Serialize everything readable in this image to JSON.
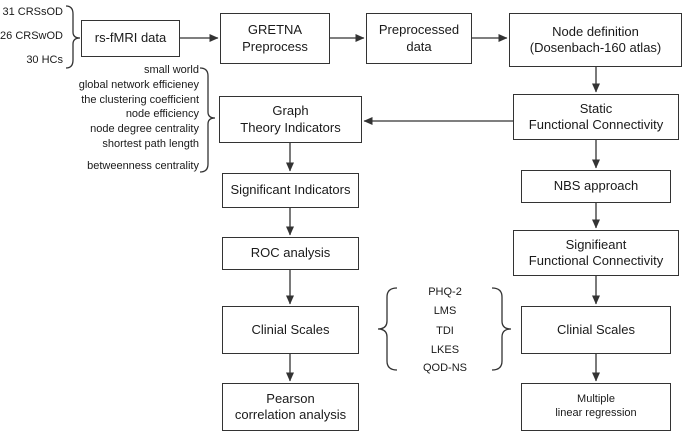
{
  "groups": [
    "31 CRSsOD",
    "26 CRSwOD",
    "30 HCs"
  ],
  "boxes": {
    "rsfmri": "rs-fMRI data",
    "gretna_line1": "GRETNA",
    "gretna_line2": "Preprocess",
    "preproc_line1": "Preprocessed",
    "preproc_line2": "data",
    "node_line1": "Node definition",
    "node_line2": "(Dosenbach-160 atlas)",
    "graph_line1": "Graph",
    "graph_line2": "Theory Indicators",
    "static_line1": "Static",
    "static_line2": "Functional Connectivity",
    "sig_indicators": "Significant Indicators",
    "nbs": "NBS approach",
    "roc": "ROC analysis",
    "sig_fc_line1": "Signifieant",
    "sig_fc_line2": "Functional Connectivity",
    "clinical_left": "Clinial Scales",
    "clinical_right": "Clinial Scales",
    "pearson_line1": "Pearson",
    "pearson_line2": "correlation analysis",
    "mlr_line1": "Multiple",
    "mlr_line2": "linear regression"
  },
  "indicators": [
    "small world",
    "global network efficieney",
    "the clustering coefficient",
    "node efficiency",
    "node degree centrality",
    "shortest path length",
    "betweenness centrality"
  ],
  "scales": [
    "PHQ-2",
    "LMS",
    "TDI",
    "LKES",
    "QOD-NS"
  ]
}
